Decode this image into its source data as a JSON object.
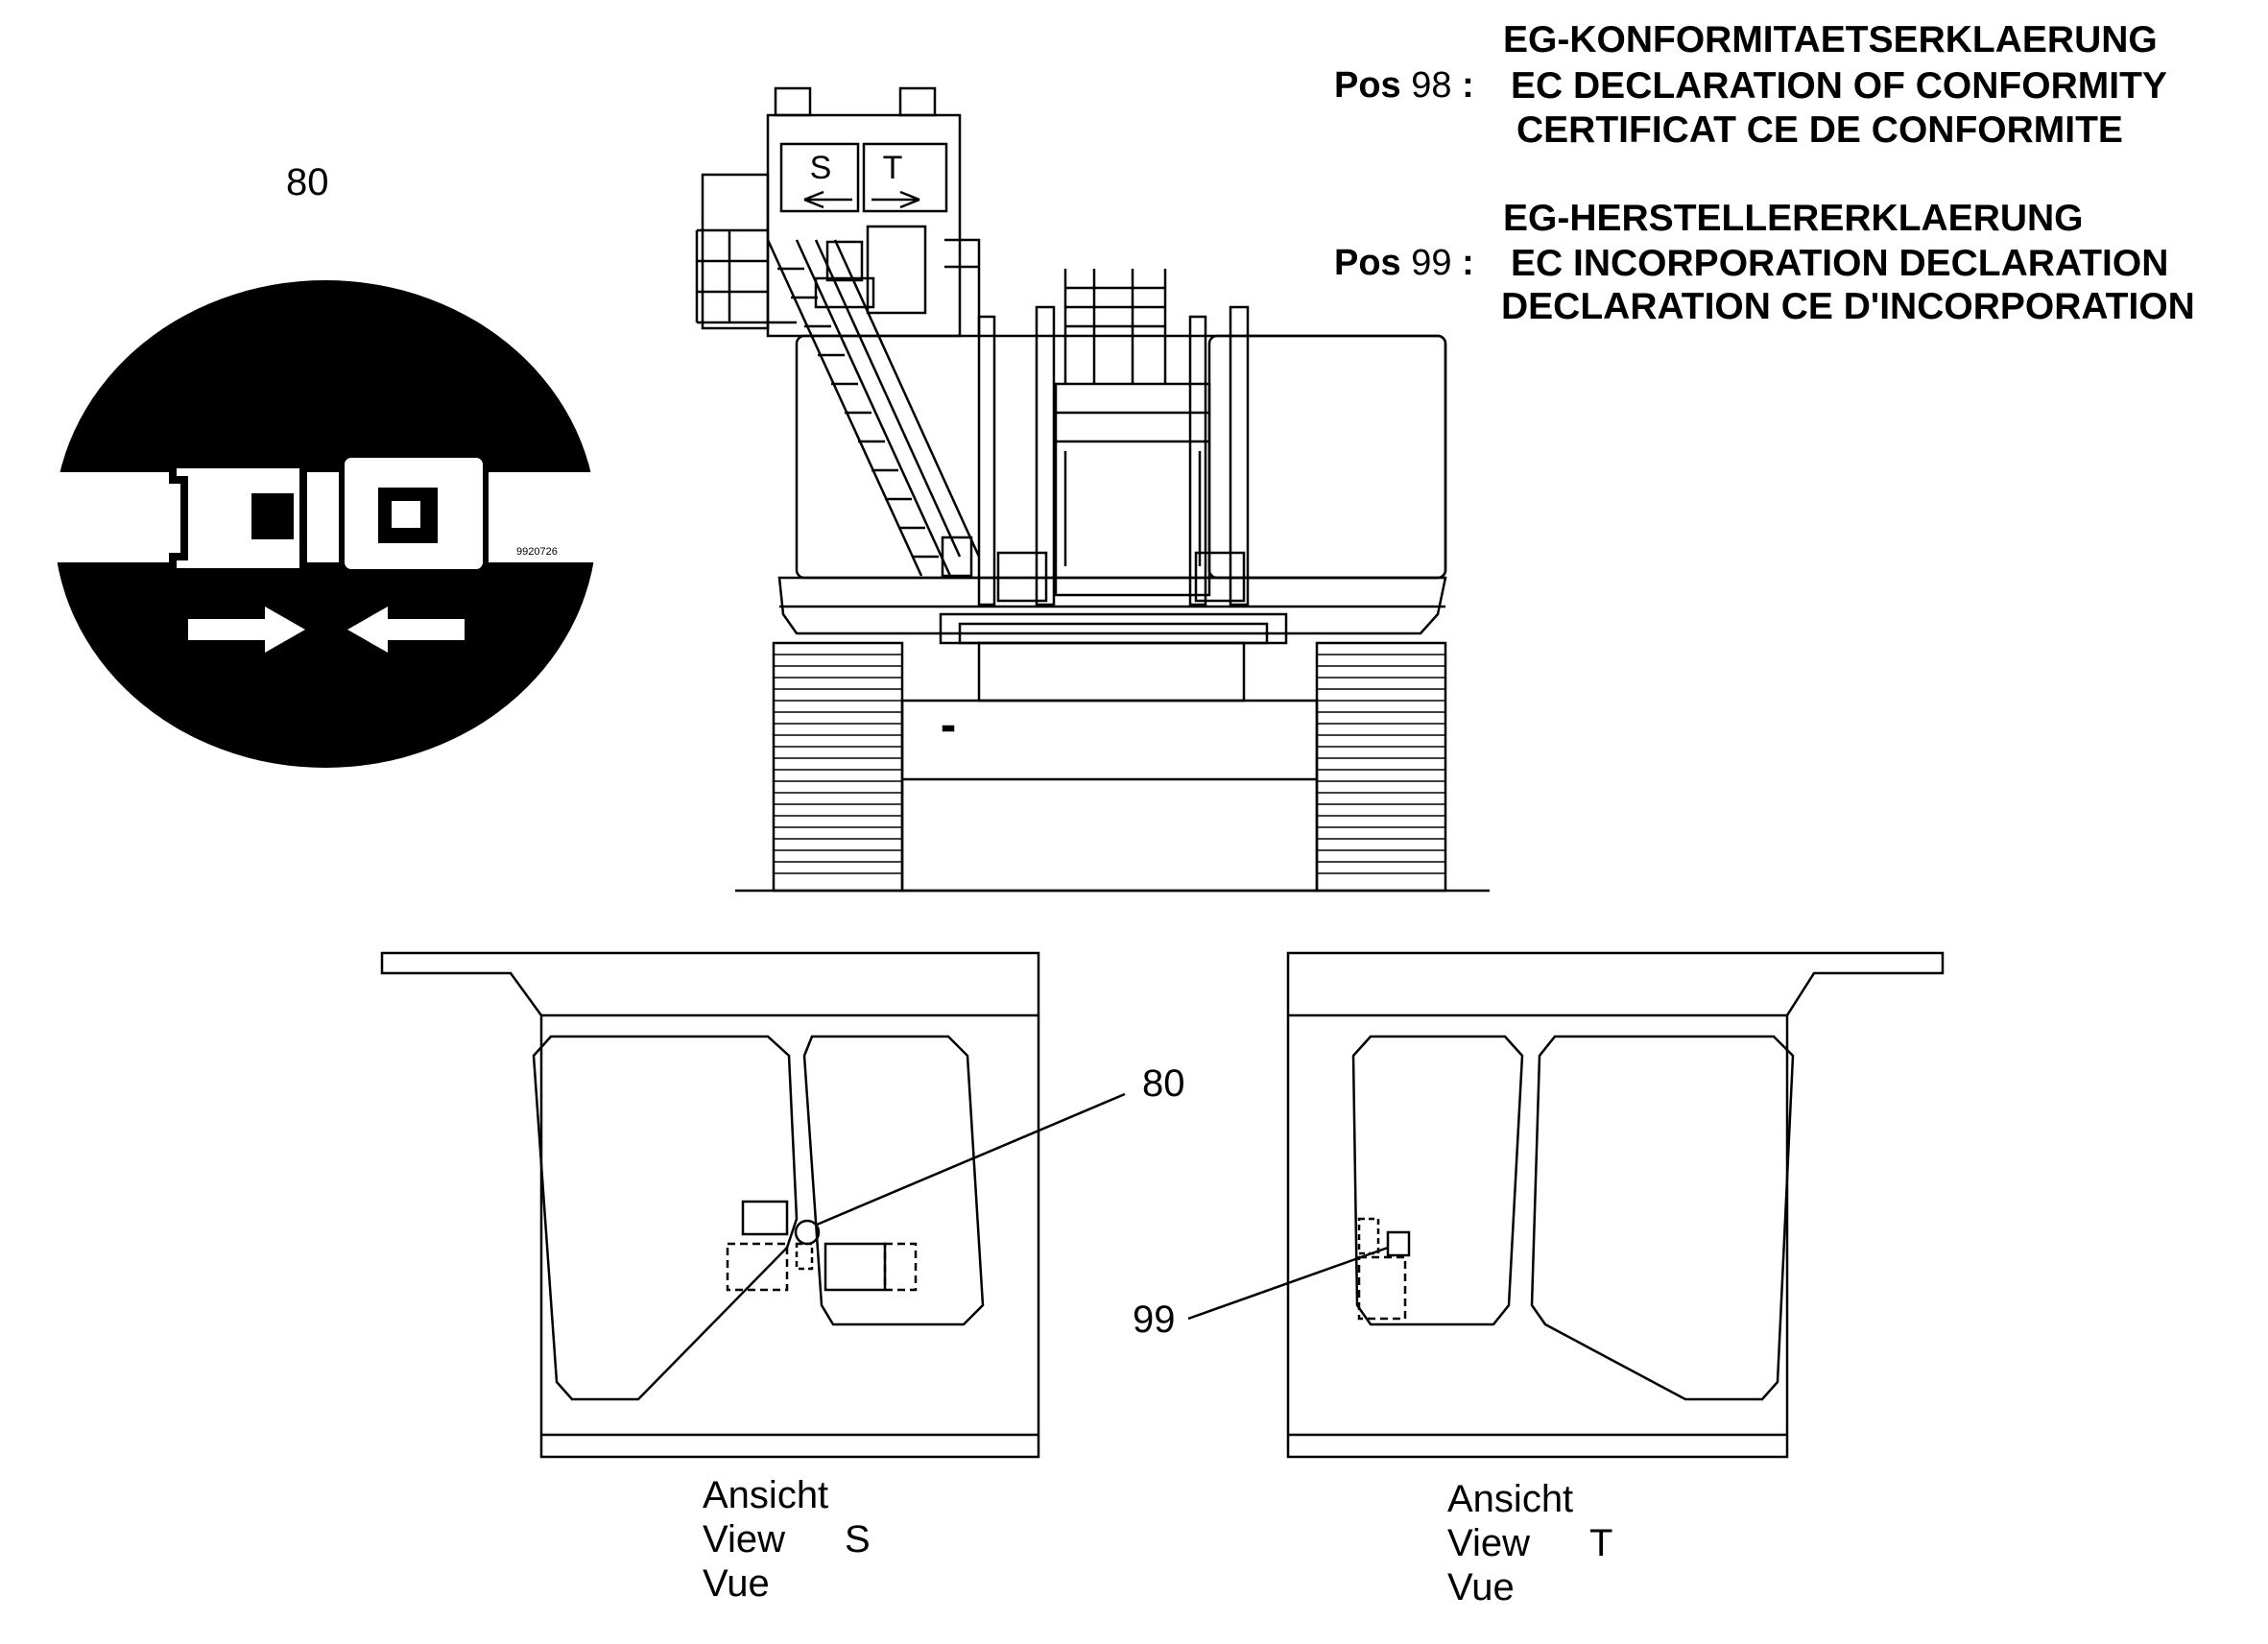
{
  "sticker": {
    "label": "80",
    "code": "9920726"
  },
  "machine": {
    "view_s_letter": "S",
    "view_t_letter": "T"
  },
  "declarations": {
    "pos98": {
      "prefix": "Pos",
      "number": "98",
      "separator": ":",
      "lines": [
        "EG-KONFORMITAETSERKLAERUNG",
        "EC DECLARATION OF CONFORMITY",
        "CERTIFICAT CE DE CONFORMITE"
      ]
    },
    "pos99": {
      "prefix": "Pos",
      "number": "99",
      "separator": ":",
      "lines": [
        "EG-HERSTELLERERKLAERUNG",
        "EC INCORPORATION DECLARATION",
        "DECLARATION CE D'INCORPORATION"
      ]
    }
  },
  "view_s": {
    "callout": "80",
    "caption": [
      "Ansicht",
      "View",
      "Vue"
    ],
    "letter": "S"
  },
  "view_t": {
    "callout": "99",
    "caption": [
      "Ansicht",
      "View",
      "Vue"
    ],
    "letter": "T"
  }
}
